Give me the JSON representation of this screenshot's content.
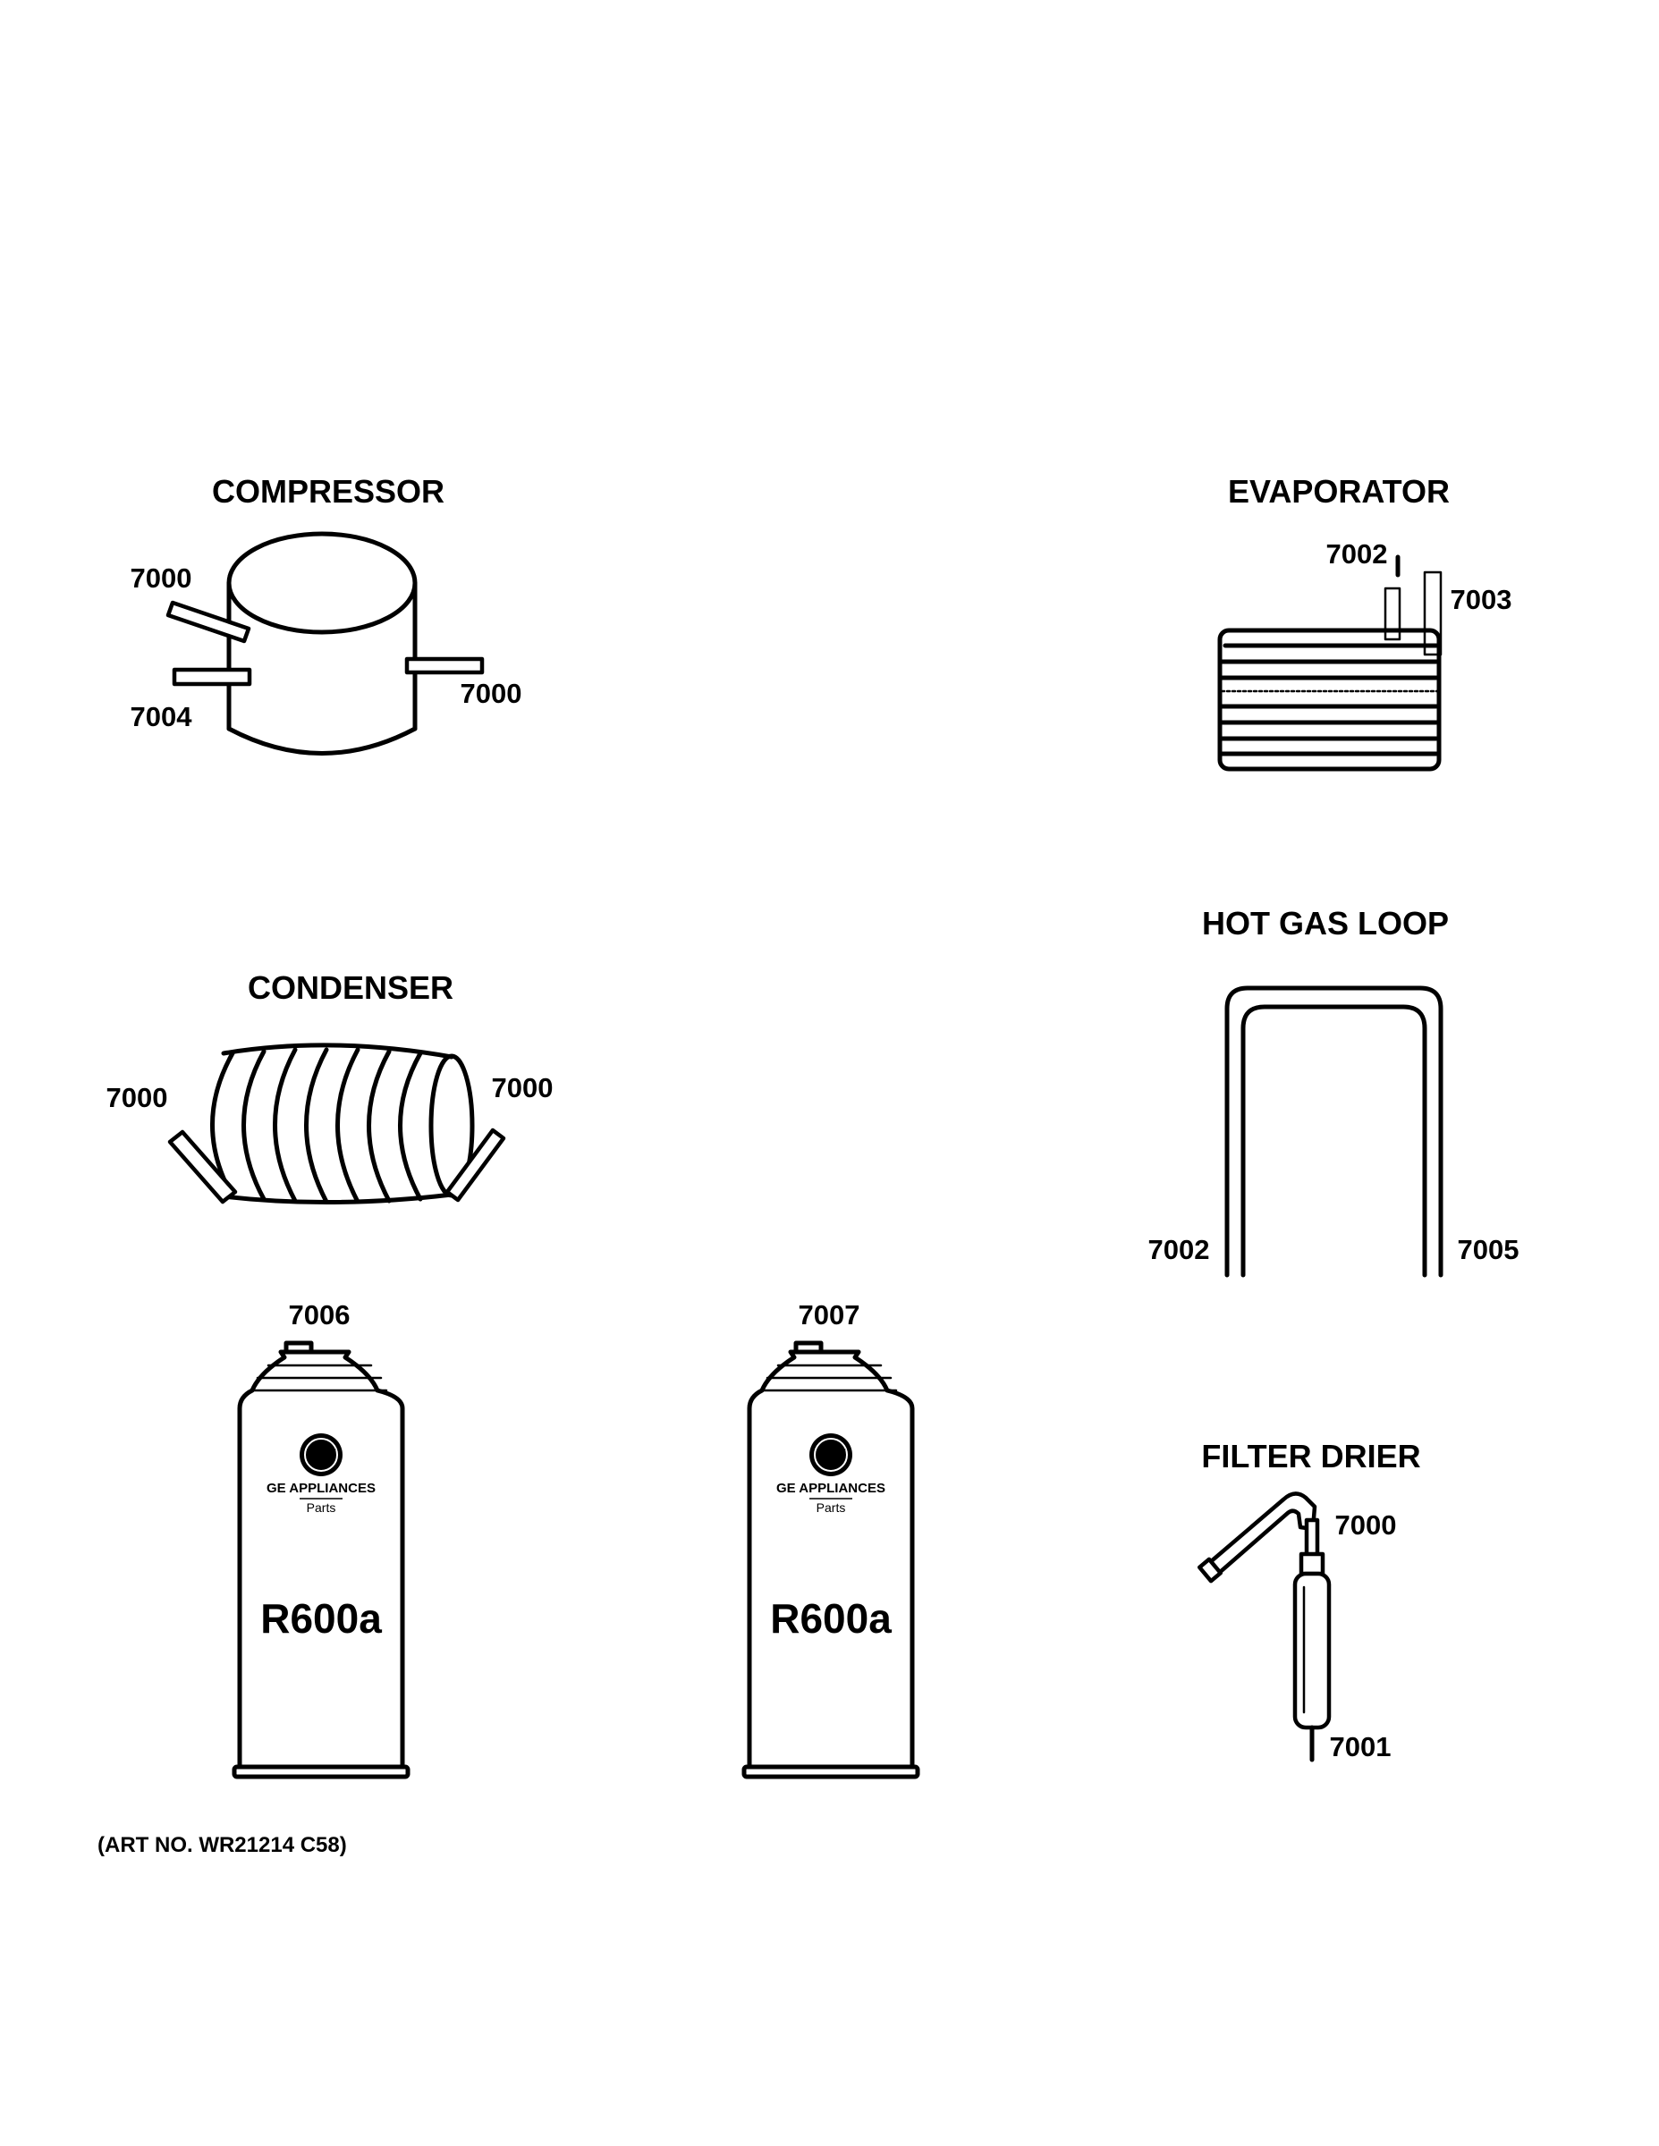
{
  "labels": {
    "compressor": "COMPRESSOR",
    "evaporator": "EVAPORATOR",
    "condenser": "CONDENSER",
    "hot_gas_loop": "HOT GAS LOOP",
    "filter_drier": "FILTER DRIER"
  },
  "parts": {
    "compressor_top_left": "7000",
    "compressor_bottom_left": "7004",
    "compressor_right": "7000",
    "evaporator_tube_left": "7002",
    "evaporator_tube_right": "7003",
    "condenser_left": "7000",
    "condenser_right": "7000",
    "hot_gas_left": "7002",
    "hot_gas_right": "7005",
    "can_1": "7006",
    "can_2": "7007",
    "filter_drier_top": "7000",
    "filter_drier_bottom": "7001"
  },
  "cans": [
    {
      "brand": "GE APPLIANCES",
      "sub": "Parts",
      "product": "R600a",
      "logo": "GE"
    },
    {
      "brand": "GE APPLIANCES",
      "sub": "Parts",
      "product": "R600a",
      "logo": "GE"
    }
  ],
  "art_number": "(ART NO. WR21214 C58)"
}
